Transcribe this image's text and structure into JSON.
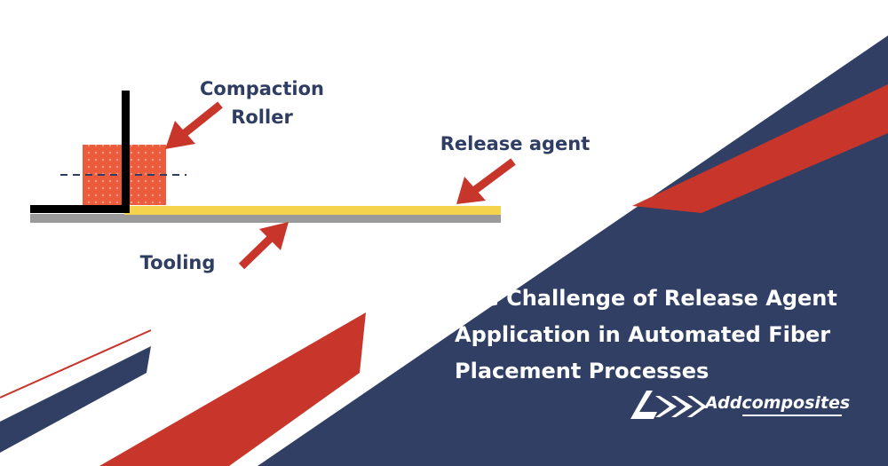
{
  "diagram": {
    "labels": {
      "compaction_roller": "Compaction Roller",
      "release_agent": "Release agent",
      "tooling": "Tooling"
    }
  },
  "banner": {
    "title_lines": [
      "The Challenge of Release Agent",
      "Application in Automated Fiber",
      "Placement Processes"
    ]
  },
  "logo": {
    "text": "Addcomposites"
  },
  "colors": {
    "navy": "#303f63",
    "red": "#c8352a",
    "roller_orange": "#ec5b3c",
    "release_agent_yellow": "#f5d34d",
    "tooling_gray": "#9a9a9a",
    "label_text": "#2f3d62"
  }
}
